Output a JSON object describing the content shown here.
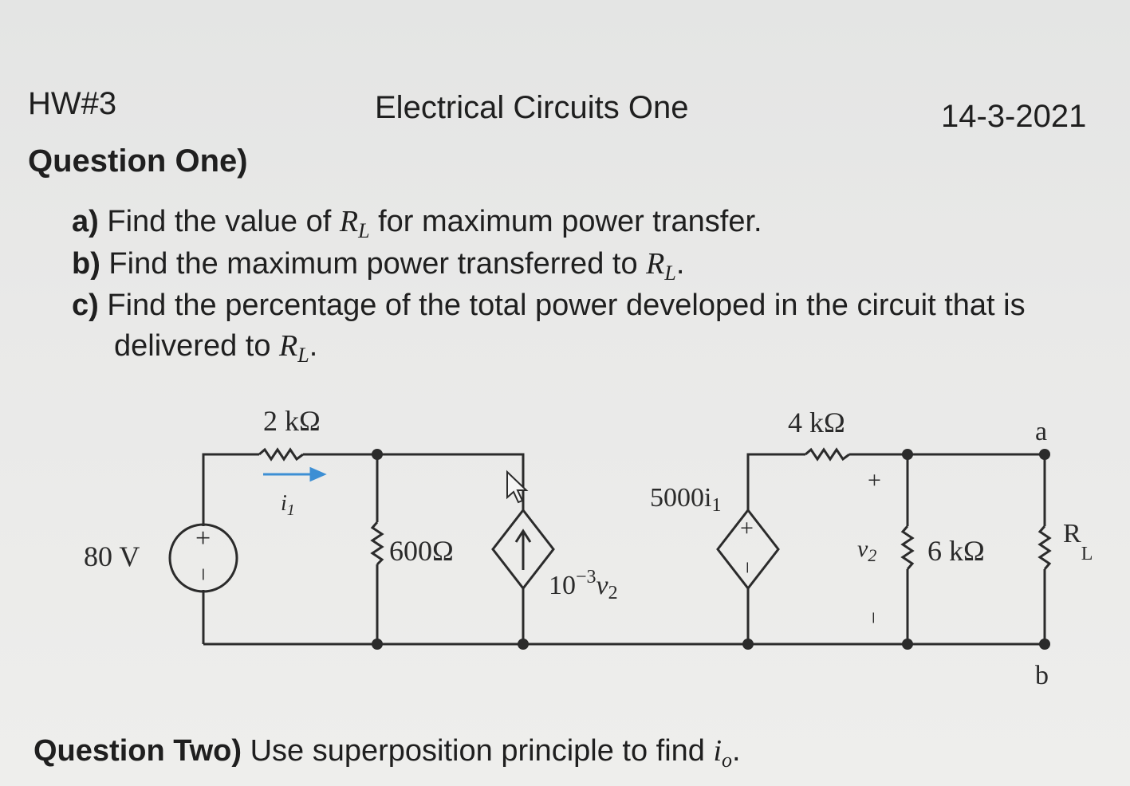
{
  "header": {
    "hw": "HW#3",
    "course": "Electrical Circuits One",
    "date": "14-3-2021"
  },
  "question_one": {
    "title": "Question One)",
    "items": [
      {
        "label": "a)",
        "pre": " Find the value of ",
        "var": "R",
        "sub": "L",
        "post": " for maximum power transfer."
      },
      {
        "label": "b)",
        "pre": " Find the maximum power transferred to ",
        "var": "R",
        "sub": "L",
        "post": "."
      },
      {
        "label": "c)",
        "pre": " Find the percentage of the total power developed in the circuit that is",
        "var": "",
        "sub": "",
        "post": ""
      },
      {
        "label": "",
        "pre": "delivered to ",
        "var": "R",
        "sub": "L",
        "post": "."
      }
    ]
  },
  "circuit": {
    "source_voltage": "80 V",
    "source_plus": "+",
    "source_minus": "−",
    "r1": "2 kΩ",
    "i1": "i",
    "i1_sub": "1",
    "r2": "600Ω",
    "ccs_label": "10",
    "ccs_exp": "−3",
    "ccs_var": "v",
    "ccs_var_sub": "2",
    "vcvs_label": "5000i",
    "vcvs_label_sub": "1",
    "vcvs_plus": "+",
    "vcvs_minus": "−",
    "r3": "4 kΩ",
    "v2": "v",
    "v2_sub": "2",
    "v2_plus": "+",
    "v2_minus": "−",
    "r4": "6 kΩ",
    "rl": "R",
    "rl_sub": "L",
    "terminal_a": "a",
    "terminal_b": "b"
  },
  "question_two": {
    "title": "Question Two)",
    "text": " Use superposition principle to find ",
    "var": "i",
    "sub": "o",
    "post": "."
  }
}
